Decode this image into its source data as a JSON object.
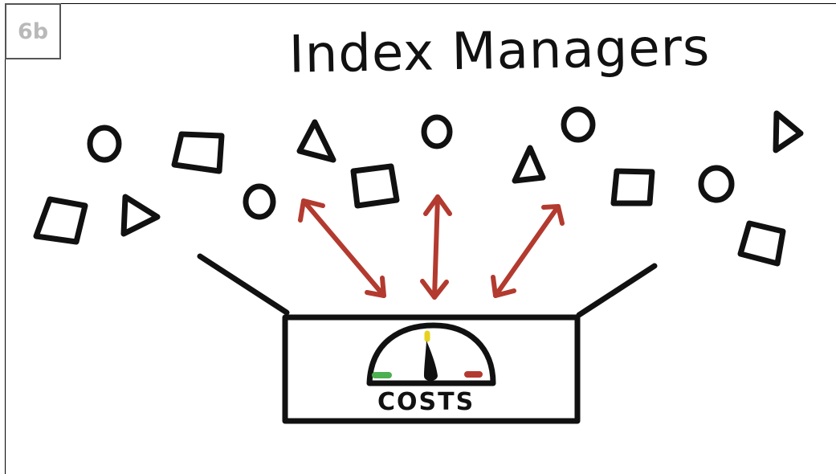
{
  "slide": {
    "badge": "6b",
    "title": "Index Managers"
  },
  "gauge": {
    "label": "COSTS",
    "colors": {
      "low": "#4caf50",
      "mid": "#e6d21c",
      "high": "#b33a2f",
      "needle": "#111111"
    }
  },
  "colors": {
    "ink": "#111111",
    "arrow": "#b33a2f",
    "badge_text": "#b9b9b9"
  }
}
